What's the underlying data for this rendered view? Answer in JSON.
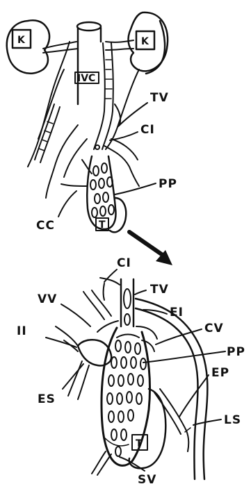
{
  "diagram": {
    "top_labels": {
      "kidney_left": "K",
      "kidney_right": "K",
      "ivc": "IVC",
      "tv": "TV",
      "ci": "CI",
      "pp": "PP",
      "cc": "CC",
      "testis_small": "T"
    },
    "bottom_labels": {
      "ci": "CI",
      "tv": "TV",
      "vv": "VV",
      "ei": "EI",
      "ii": "II",
      "cv": "CV",
      "pp": "PP",
      "ep": "EP",
      "es": "ES",
      "ls": "LS",
      "testis": "T",
      "sv": "SV"
    }
  }
}
